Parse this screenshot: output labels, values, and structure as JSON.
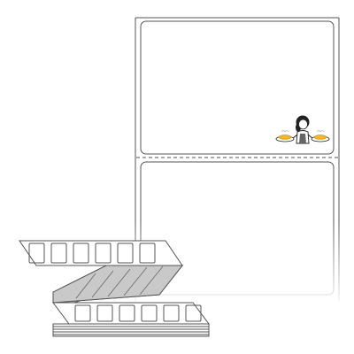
{
  "product_image": {
    "labels_per_sheet": 2,
    "label_corners": "rounded",
    "separator": "perforation",
    "sample_artwork_icon": "chef-serving-dishes-icon",
    "fanfold_stack_icon": "fanfold-label-stack-icon",
    "colors": {
      "background": "#ffffff",
      "outline": "#555555",
      "label_fill": "#ffffff",
      "fold_fill": "#cfcfcf",
      "food_plate": "#f2b824"
    }
  }
}
